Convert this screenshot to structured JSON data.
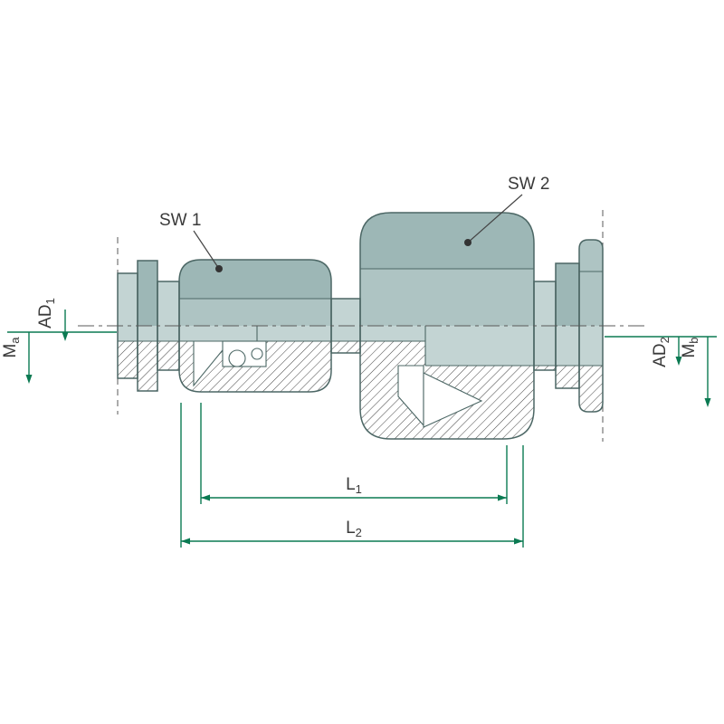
{
  "labels": {
    "sw1": "SW 1",
    "sw2": "SW 2",
    "l1": {
      "main": "L",
      "sub": "1"
    },
    "l2": {
      "main": "L",
      "sub": "2"
    },
    "ad1": {
      "main": "AD",
      "sub": "1"
    },
    "ad2": {
      "main": "AD",
      "sub": "2"
    },
    "ma": {
      "main": "M",
      "sub": "a"
    },
    "mb": {
      "main": "M",
      "sub": "b"
    }
  },
  "colors": {
    "body": "#9db7b6",
    "body-light": "#c3d4d3",
    "body-mid": "#aec4c3",
    "outline": "#4c6765",
    "dim": "#0b7a52",
    "text": "#3a3a3a",
    "centerline": "#5a5a5a",
    "hatch": "#2f2f2f",
    "dot": "#333333",
    "background": "#ffffff"
  }
}
